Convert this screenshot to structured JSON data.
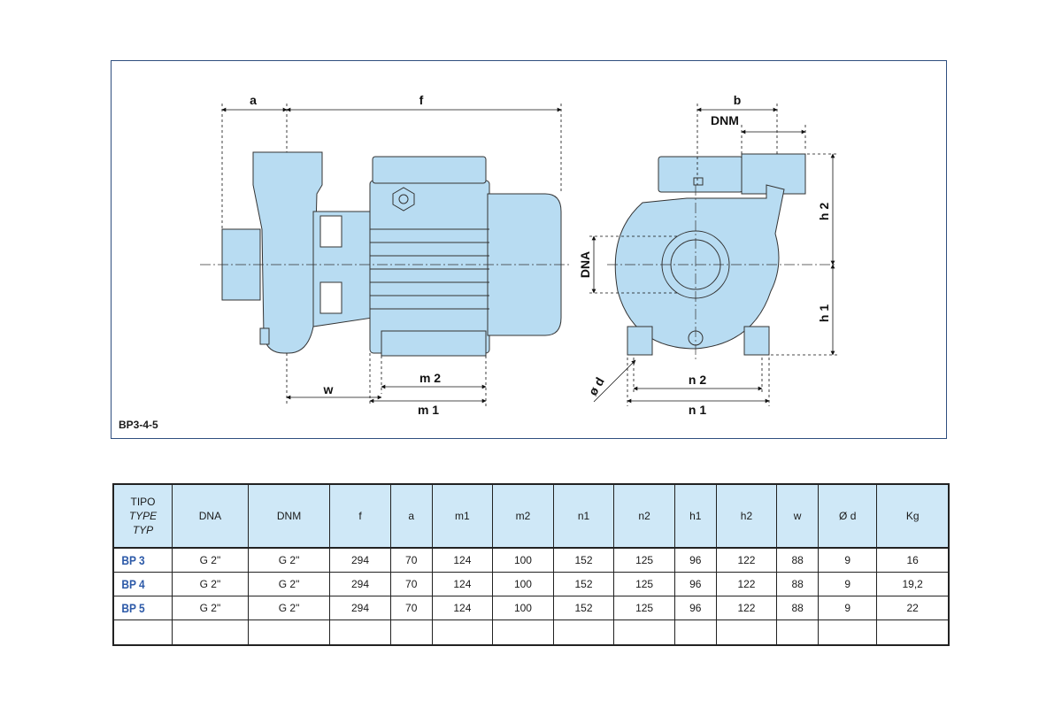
{
  "drawing": {
    "model_code": "BP3-4-5",
    "labels": {
      "a": "a",
      "f": "f",
      "w": "w",
      "m2": "m 2",
      "m1": "m 1",
      "b": "b",
      "dnm": "DNM",
      "dna": "DNA",
      "h2": "h 2",
      "h1": "h 1",
      "n2": "n 2",
      "n1": "n 1",
      "phi_d": "ø d"
    },
    "colors": {
      "pump": "#b8dcf2",
      "outline": "#333333",
      "frame": "#2f4f7f"
    }
  },
  "table": {
    "header": {
      "type_lines": [
        "TIPO",
        "TYPE",
        "TYP"
      ],
      "columns": [
        "DNA",
        "DNM",
        "f",
        "a",
        "m1",
        "m2",
        "n1",
        "n2",
        "h1",
        "h2",
        "w",
        "Ø d",
        "Kg"
      ]
    },
    "rows": [
      {
        "model": "BP 3",
        "values": [
          "G 2\"",
          "G 2\"",
          "294",
          "70",
          "124",
          "100",
          "152",
          "125",
          "96",
          "122",
          "88",
          "9",
          "16"
        ]
      },
      {
        "model": "BP 4",
        "values": [
          "G 2\"",
          "G 2\"",
          "294",
          "70",
          "124",
          "100",
          "152",
          "125",
          "96",
          "122",
          "88",
          "9",
          "19,2"
        ]
      },
      {
        "model": "BP 5",
        "values": [
          "G 2\"",
          "G 2\"",
          "294",
          "70",
          "124",
          "100",
          "152",
          "125",
          "96",
          "122",
          "88",
          "9",
          "22"
        ]
      }
    ]
  }
}
